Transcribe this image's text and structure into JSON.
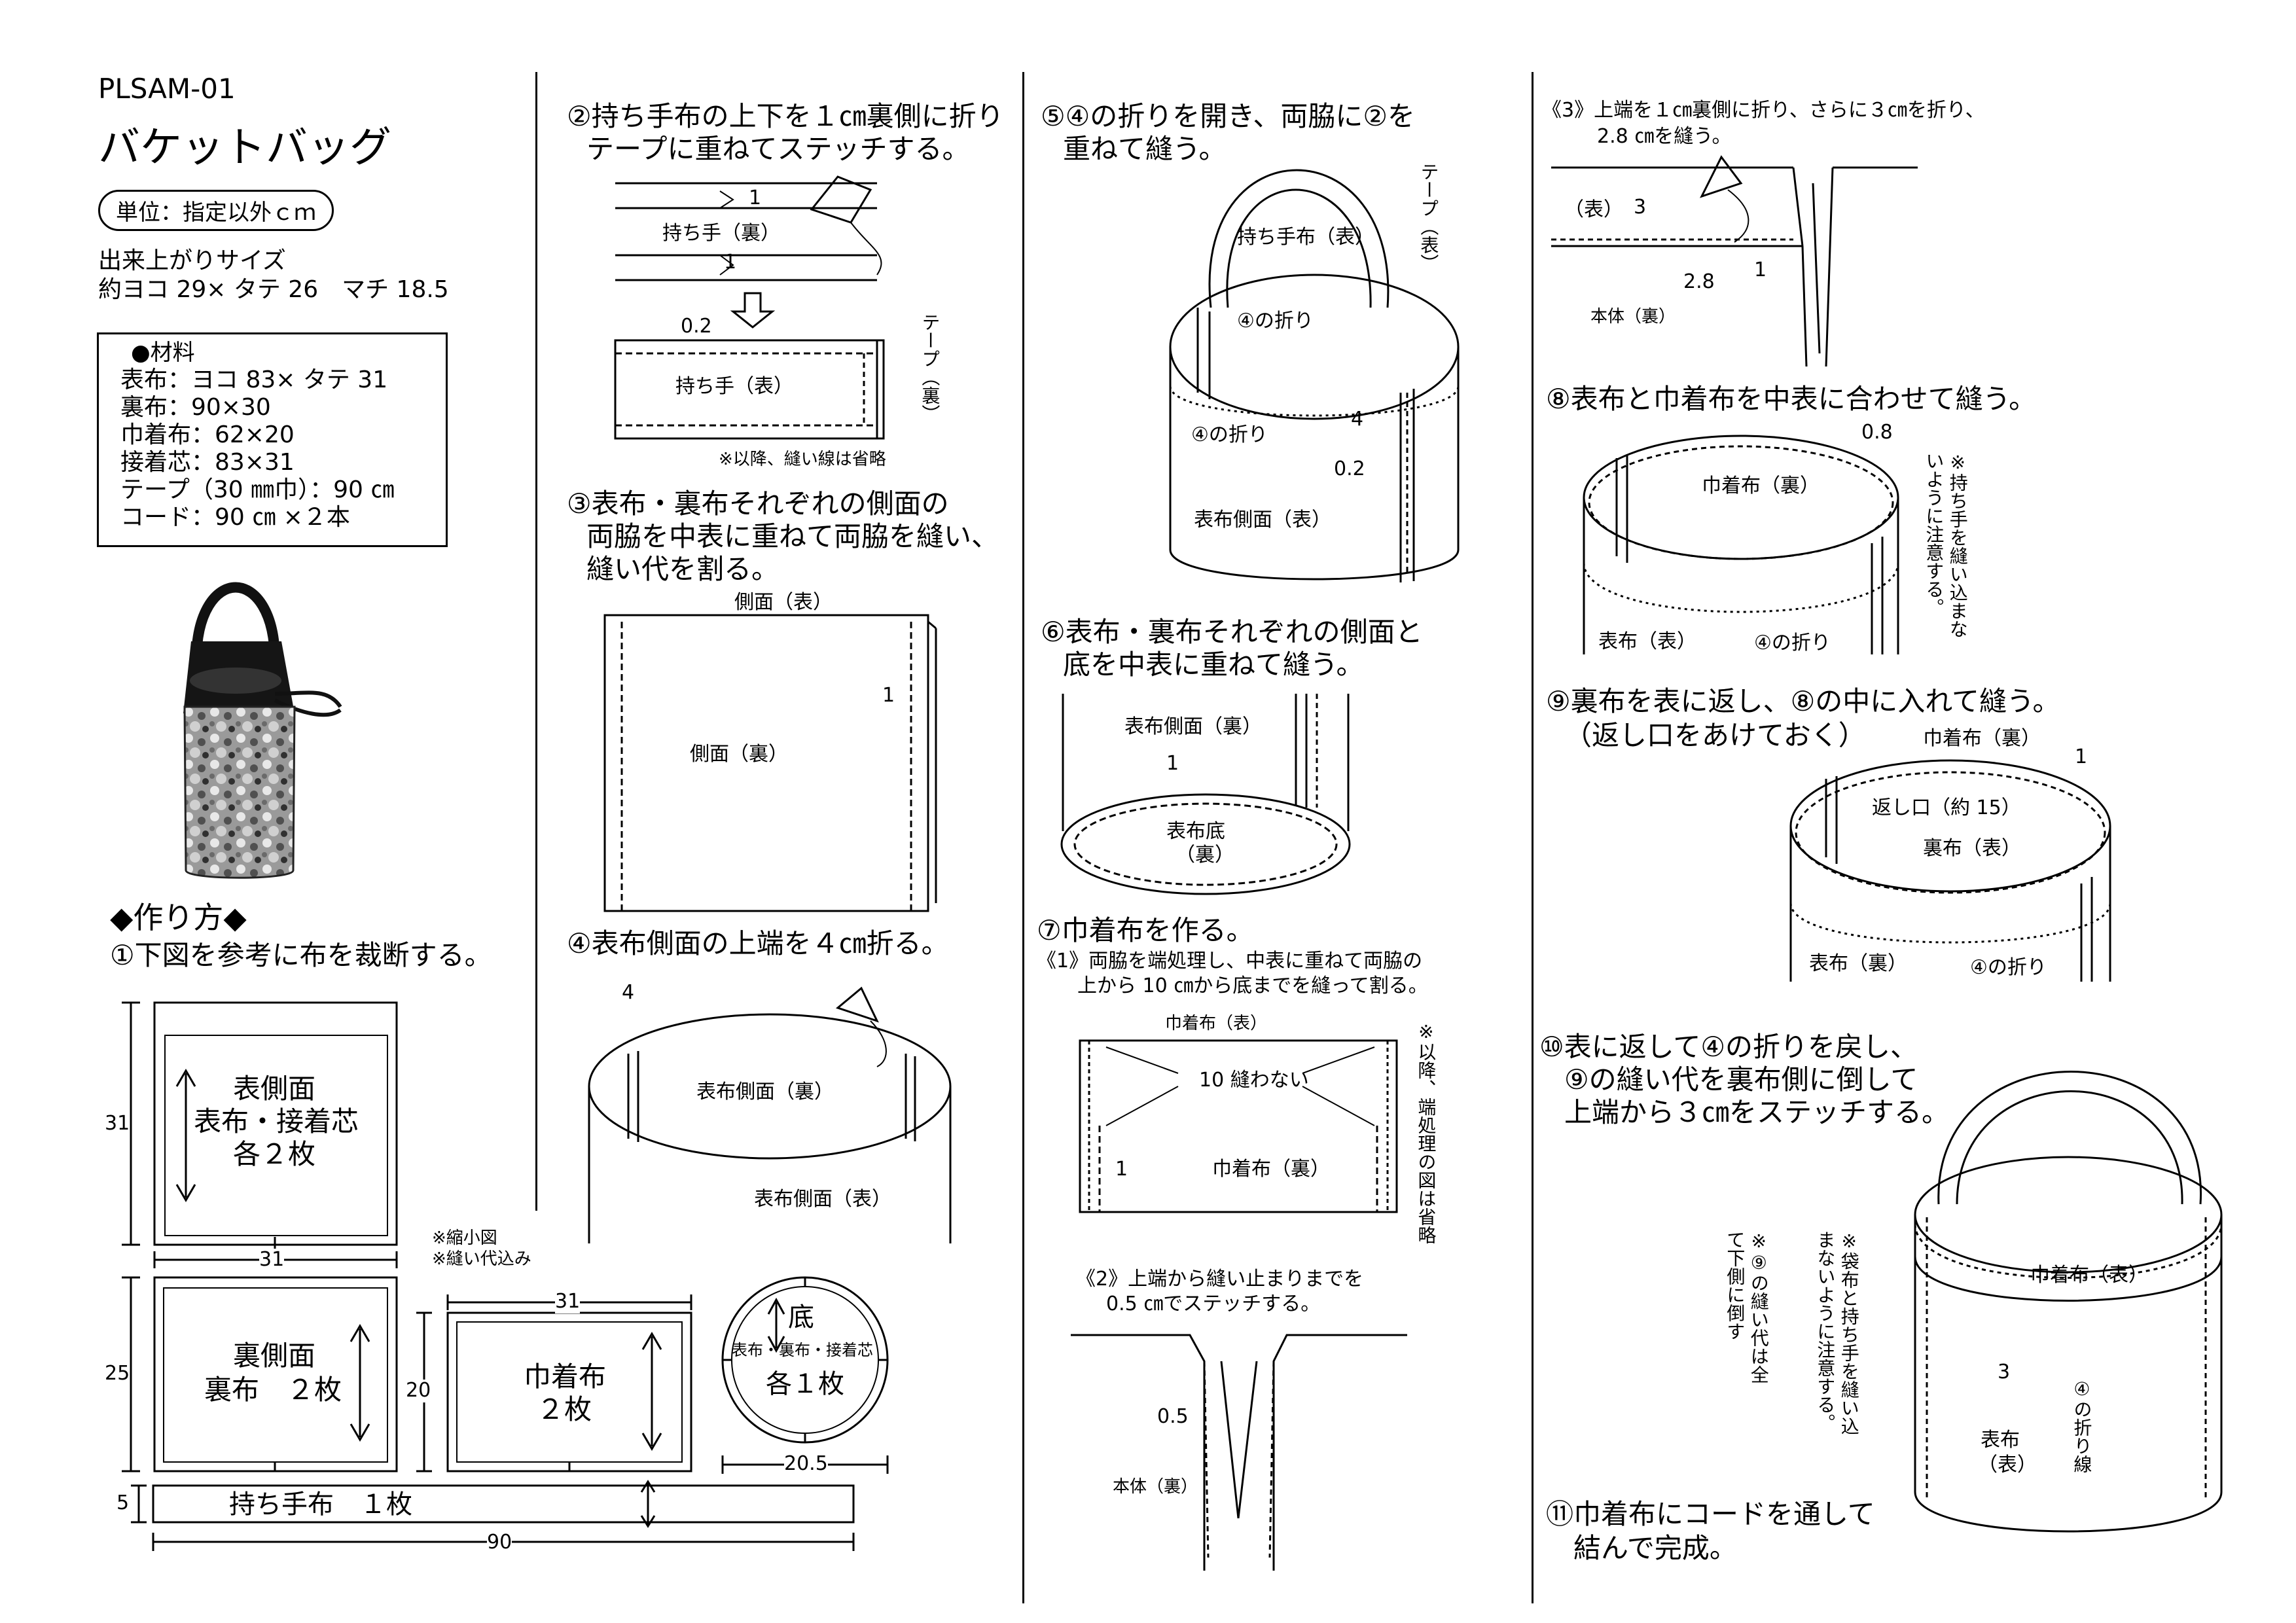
{
  "header": {
    "code": "PLSAM-01",
    "title": "バケットバッグ",
    "unit_note": "単位：指定以外ｃｍ",
    "size_label": "出来上がりサイズ",
    "size_value": "約ヨコ 29× タテ 26　マチ 18.5"
  },
  "materials": {
    "heading": "●材料",
    "items": [
      "表布：ヨコ 83× タテ 31",
      "裏布：90×30",
      "巾着布：62×20",
      "接着芯：83×31",
      "テープ（30 ㎜巾）：90 ㎝",
      "コード：90 ㎝ ×２本"
    ]
  },
  "method": {
    "heading": "◆作り方◆",
    "step1": "①下図を参考に布を裁断する。"
  },
  "cutting": {
    "omote_title": "表側面",
    "omote_sub": "表布・接着芯",
    "omote_count": "各２枚",
    "omote_h": "31",
    "omote_w": "31",
    "ura_title": "裏側面",
    "ura_sub": "裏布　２枚",
    "ura_h": "25",
    "kinchaku_title": "巾着布",
    "kinchaku_count": "２枚",
    "kinchaku_w": "31",
    "kinchaku_h": "20",
    "note1": "※縮小図",
    "note2": "※縫い代込み",
    "bottom_title": "底",
    "bottom_sub": "表布・裏布・接着芯",
    "bottom_count": "各１枚",
    "bottom_w": "20.5",
    "handle_title": "持ち手布　１枚",
    "handle_h": "5",
    "handle_w": "90"
  },
  "step2": {
    "title1": "②持ち手布の上下を１㎝裏側に折り",
    "title2": "テープに重ねてステッチする。",
    "one_a": "1",
    "one_b": "1",
    "label_back": "持ち手（裏）",
    "label_front": "持ち手（表）",
    "dim": "0.2",
    "tape": "テープ（裏）",
    "note": "※以降、縫い線は省略"
  },
  "step3": {
    "title1": "③表布・裏布それぞれの側面の",
    "title2": "両脇を中表に重ねて両脇を縫い、",
    "title3": "縫い代を割る。",
    "top_label": "側面（表）",
    "center_label": "側面（裏）",
    "dim": "1"
  },
  "step4": {
    "title": "④表布側面の上端を４㎝折る。",
    "dim": "4",
    "inner": "表布側面（裏）",
    "outer": "表布側面（表）"
  },
  "step5": {
    "title1": "⑤④の折りを開き、両脇に②を",
    "title2": "重ねて縫う。",
    "handle": "持ち手布（表）",
    "tape": "テープ（表）",
    "fold1": "④の折り",
    "fold2": "④の折り",
    "dim4": "4",
    "dim02": "0.2",
    "side": "表布側面（表）"
  },
  "step6": {
    "title1": "⑥表布・裏布それぞれの側面と",
    "title2": "底を中表に重ねて縫う。",
    "side": "表布側面（裏）",
    "dim": "1",
    "bottom1": "表布底",
    "bottom2": "（裏）"
  },
  "step7": {
    "title": "⑦巾着布を作る。",
    "sub1": "《1》両脇を端処理し、中表に重ねて両脇の",
    "sub2": "上から 10 ㎝から底までを縫って割る。",
    "top_label": "巾着布（表）",
    "open_label": "10 縫わない",
    "dim": "1",
    "center_label": "巾着布（裏）",
    "note": "※以降、端処理の図は省略",
    "sub3": "《2》上端から縫い止まりまでを",
    "sub4": "0.5 ㎝でステッチする。",
    "dim05": "0.5",
    "body": "本体（裏）"
  },
  "step7_3": {
    "line1": "《3》上端を１㎝裏側に折り、さらに３㎝を折り、",
    "line2": "2.8 ㎝を縫う。",
    "omote": "（表）",
    "dim3": "3",
    "dim28": "2.8",
    "dim1": "1",
    "body": "本体（裏）"
  },
  "step8": {
    "title": "⑧表布と巾着布を中表に合わせて縫う。",
    "dim": "0.8",
    "kinchaku": "巾着布（裏）",
    "note": "※持ち手を縫い込まないように注意する。",
    "omote": "表布（表）",
    "fold": "④の折り"
  },
  "step9": {
    "title1": "⑨裏布を表に返し、⑧の中に入れて縫う。",
    "title2": "（返し口をあけておく）",
    "kinchaku": "巾着布（裏）",
    "dim": "1",
    "opening": "返し口（約 15）",
    "ura": "裏布（表）",
    "omote": "表布（裏）",
    "fold": "④の折り"
  },
  "step10": {
    "title1": "⑩表に返して④の折りを戻し、",
    "title2": "⑨の縫い代を裏布側に倒して",
    "title3": "上端から３㎝をステッチする。",
    "note1": "※⑨の縫い代は全て下側に倒す",
    "note2": "※袋布と持ち手を縫い込まないように注意する。",
    "kinchaku": "巾着布（表）",
    "dim": "3",
    "fold": "④の折り線",
    "omote1": "表布",
    "omote2": "（表）"
  },
  "step11": {
    "title1": "⑪巾着布にコードを通して",
    "title2": "結んで完成。"
  }
}
